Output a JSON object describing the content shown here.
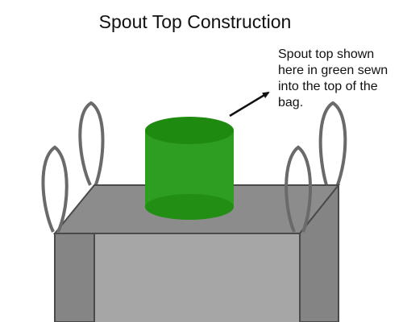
{
  "title": "Spout Top Construction",
  "annotation": {
    "lines": [
      "Spout top shown",
      "here in green sewn",
      "into the top of the",
      "bag."
    ]
  },
  "colors": {
    "spout_green": "#2e9e22",
    "spout_green_dark": "#1f8a10",
    "bag_top": "#8c8c8c",
    "bag_front": "#a6a6a6",
    "bag_side": "#848484",
    "outline": "#4a4a4a",
    "loop": "#6a6a6a"
  },
  "icons": {
    "arrow": "arrow-up-right-icon"
  }
}
